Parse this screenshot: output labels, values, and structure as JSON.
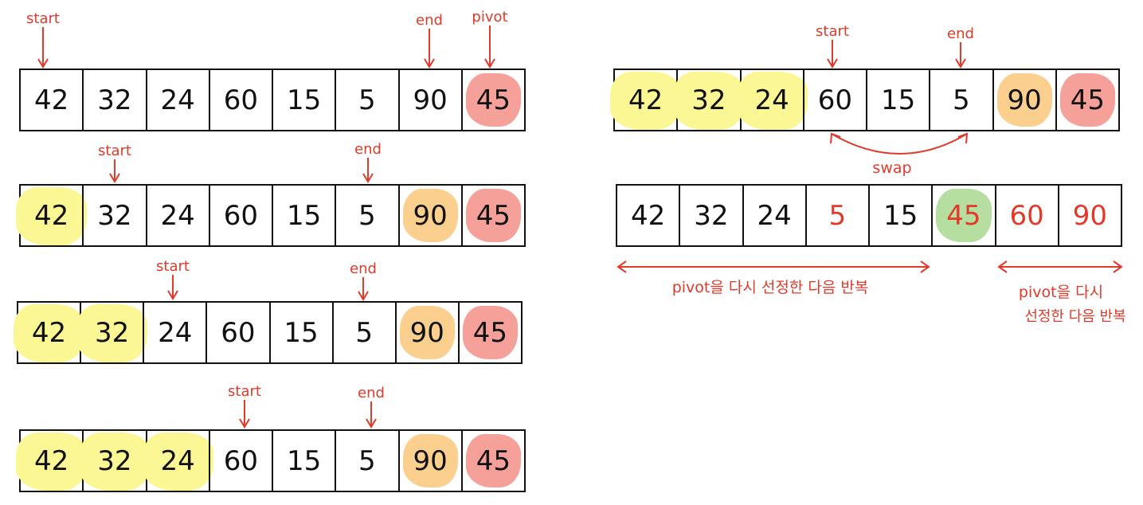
{
  "markers": {
    "start": "start",
    "end": "end",
    "pivot": "pivot"
  },
  "rows": [
    {
      "cells": [
        {
          "v": "42",
          "h": ""
        },
        {
          "v": "32",
          "h": ""
        },
        {
          "v": "24",
          "h": ""
        },
        {
          "v": "60",
          "h": ""
        },
        {
          "v": "15",
          "h": ""
        },
        {
          "v": "5",
          "h": ""
        },
        {
          "v": "90",
          "h": ""
        },
        {
          "v": "45",
          "h": "red"
        }
      ]
    },
    {
      "cells": [
        {
          "v": "42",
          "h": "yellow"
        },
        {
          "v": "32",
          "h": ""
        },
        {
          "v": "24",
          "h": ""
        },
        {
          "v": "60",
          "h": ""
        },
        {
          "v": "15",
          "h": ""
        },
        {
          "v": "5",
          "h": ""
        },
        {
          "v": "90",
          "h": "orange"
        },
        {
          "v": "45",
          "h": "red"
        }
      ]
    },
    {
      "cells": [
        {
          "v": "42",
          "h": "yellow"
        },
        {
          "v": "32",
          "h": "yellow"
        },
        {
          "v": "24",
          "h": ""
        },
        {
          "v": "60",
          "h": ""
        },
        {
          "v": "15",
          "h": ""
        },
        {
          "v": "5",
          "h": ""
        },
        {
          "v": "90",
          "h": "orange"
        },
        {
          "v": "45",
          "h": "red"
        }
      ]
    },
    {
      "cells": [
        {
          "v": "42",
          "h": "yellow"
        },
        {
          "v": "32",
          "h": "yellow"
        },
        {
          "v": "24",
          "h": "yellow"
        },
        {
          "v": "60",
          "h": ""
        },
        {
          "v": "15",
          "h": ""
        },
        {
          "v": "5",
          "h": ""
        },
        {
          "v": "90",
          "h": "orange"
        },
        {
          "v": "45",
          "h": "red"
        }
      ]
    },
    {
      "cells": [
        {
          "v": "42",
          "h": "yellow"
        },
        {
          "v": "32",
          "h": "yellow"
        },
        {
          "v": "24",
          "h": "yellow"
        },
        {
          "v": "60",
          "h": ""
        },
        {
          "v": "15",
          "h": ""
        },
        {
          "v": "5",
          "h": ""
        },
        {
          "v": "90",
          "h": "orange"
        },
        {
          "v": "45",
          "h": "red"
        }
      ]
    },
    {
      "cells": [
        {
          "v": "42",
          "h": ""
        },
        {
          "v": "32",
          "h": ""
        },
        {
          "v": "24",
          "h": ""
        },
        {
          "v": "5",
          "h": "",
          "c": "red"
        },
        {
          "v": "15",
          "h": ""
        },
        {
          "v": "45",
          "h": "green",
          "c": "red"
        },
        {
          "v": "60",
          "h": "",
          "c": "red"
        },
        {
          "v": "90",
          "h": "",
          "c": "red"
        }
      ]
    }
  ],
  "swap_label": "swap",
  "left_repeat_note": "pivot을 다시 선정한 다음 반복",
  "right_repeat_note_line1": "pivot을 다시",
  "right_repeat_note_line2": "선정한 다음 반복",
  "colors": {
    "ink": "#111111",
    "annotation": "#e23a2a",
    "yellow": "#fcf795",
    "orange": "#fbcf8e",
    "red": "#f5a19a",
    "green": "#b5dea0"
  }
}
